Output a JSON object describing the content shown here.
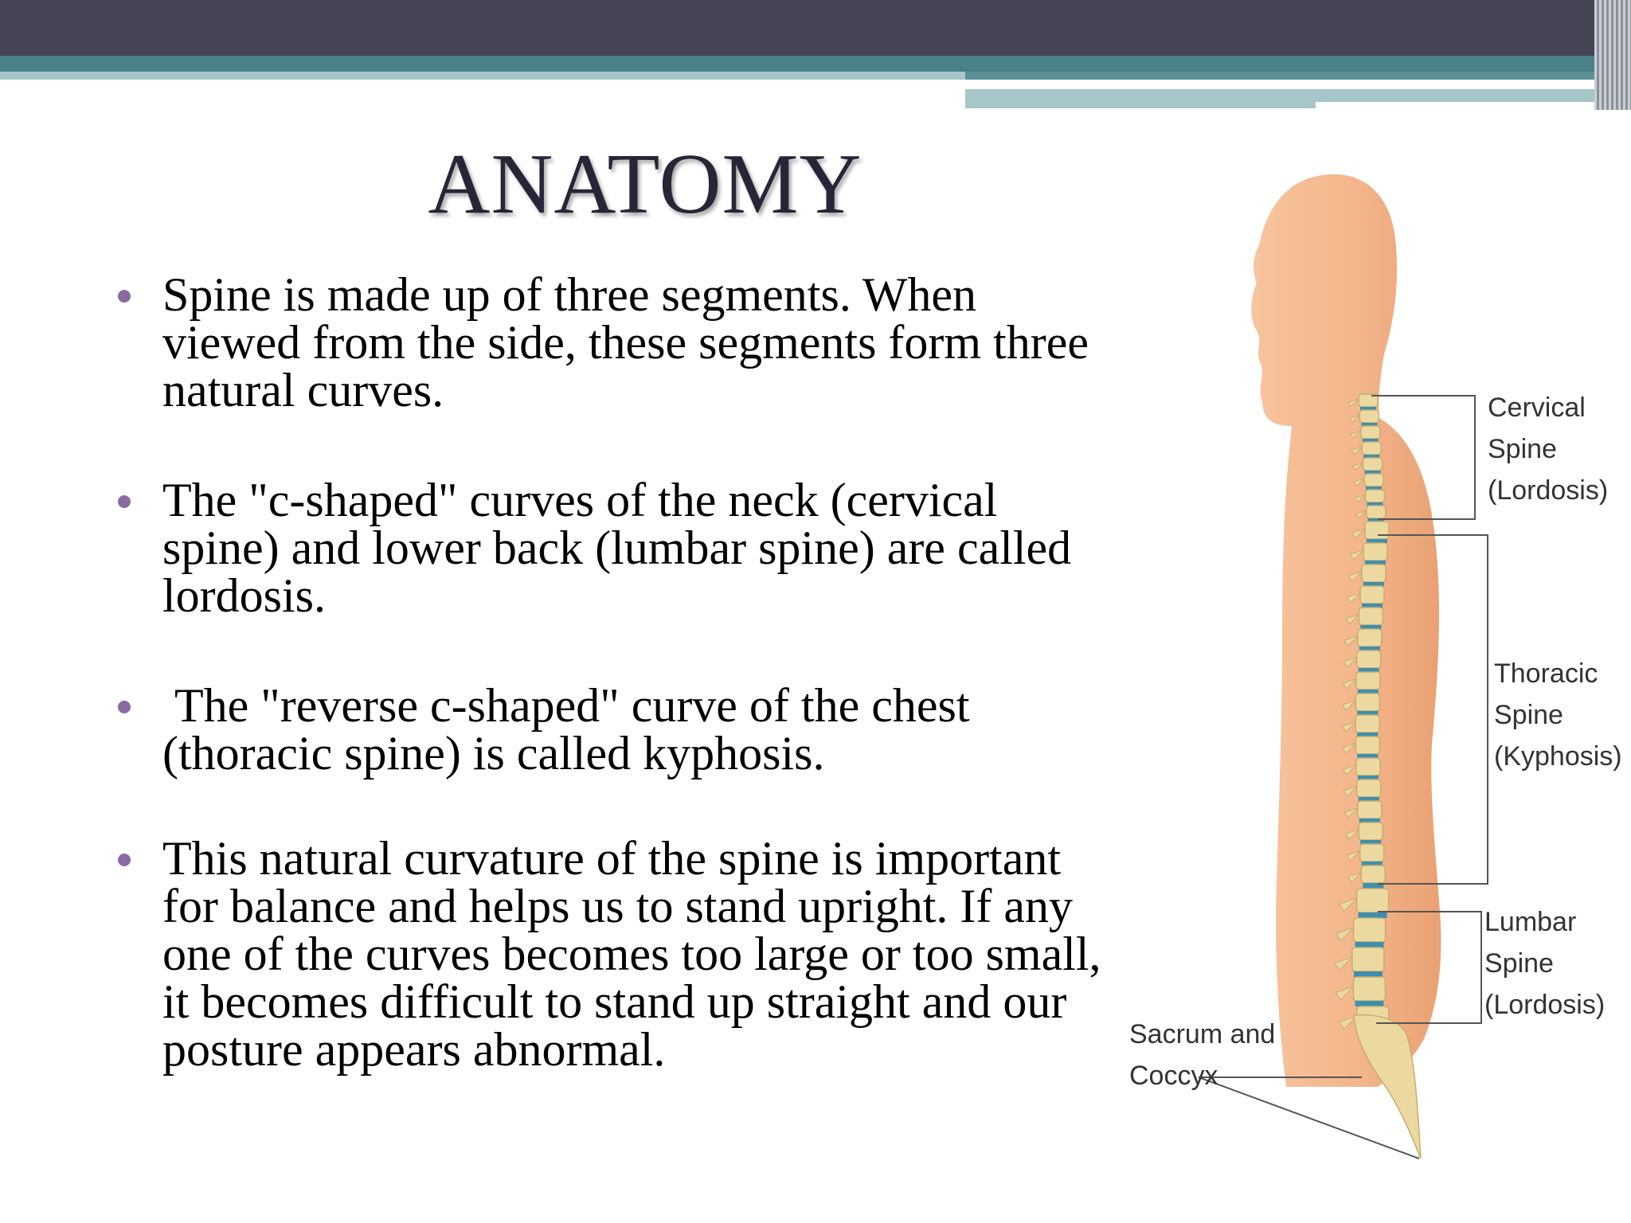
{
  "slide": {
    "title": "ANATOMY",
    "bullets": [
      "Spine is made up of three segments. When viewed from the side, these segments form three natural curves.",
      "The \"c-shaped\" curves of the neck (cervical spine) and lower back (lumbar spine) are called lordosis.",
      " The \"reverse c-shaped\" curve of the chest (thoracic spine) is called kyphosis.",
      "This natural curvature of the spine is important for balance and helps us to stand upright. If any one of the curves becomes too large or too small, it becomes difficult to stand up straight and our posture appears abnormal."
    ]
  },
  "figure": {
    "labels": {
      "cervical": [
        "Cervical",
        "Spine",
        "(Lordosis)"
      ],
      "thoracic": [
        "Thoracic",
        "Spine",
        "(Kyphosis)"
      ],
      "lumbar": [
        "Lumbar",
        "Spine",
        "(Lordosis)"
      ],
      "sacrum": [
        "Sacrum and",
        "Coccyx"
      ]
    }
  },
  "colors": {
    "title": "#262638",
    "bullet": "#8a6aa3",
    "top_bar": "#454556",
    "accent_band": "#4a8088",
    "skin": "#f4b68c",
    "vertebra": "#ecd9a2",
    "disc": "#3d8fb0"
  }
}
